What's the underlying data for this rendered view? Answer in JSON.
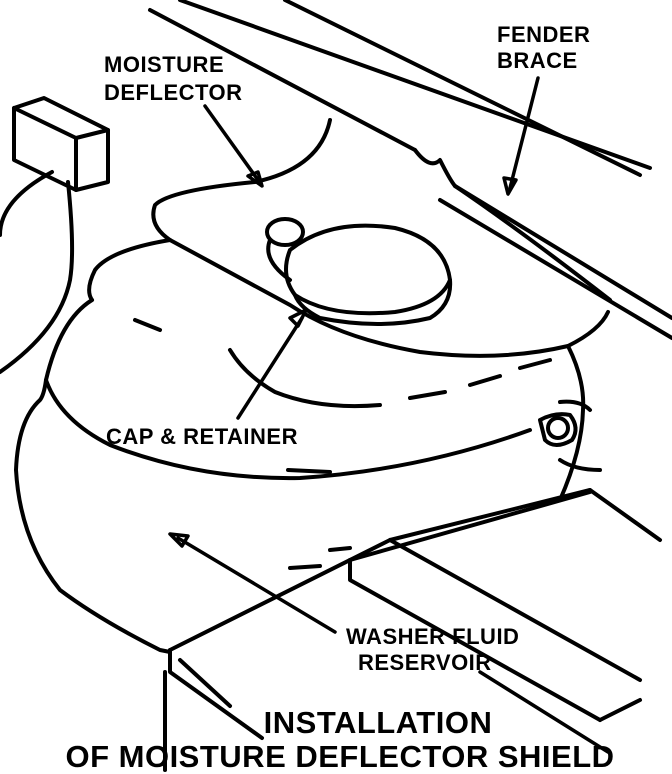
{
  "labels": {
    "fender_brace_1": "FENDER",
    "fender_brace_2": "BRACE",
    "moisture_deflector_1": "MOISTURE",
    "moisture_deflector_2": "DEFLECTOR",
    "cap_retainer": "CAP & RETAINER",
    "washer_fluid_1": "WASHER FLUID",
    "washer_fluid_2": "RESERVOIR"
  },
  "caption": {
    "line1": "INSTALLATION",
    "line2": "OF MOISTURE DEFLECTOR SHIELD"
  },
  "colors": {
    "ink": "#000000",
    "paper": "#ffffff"
  }
}
